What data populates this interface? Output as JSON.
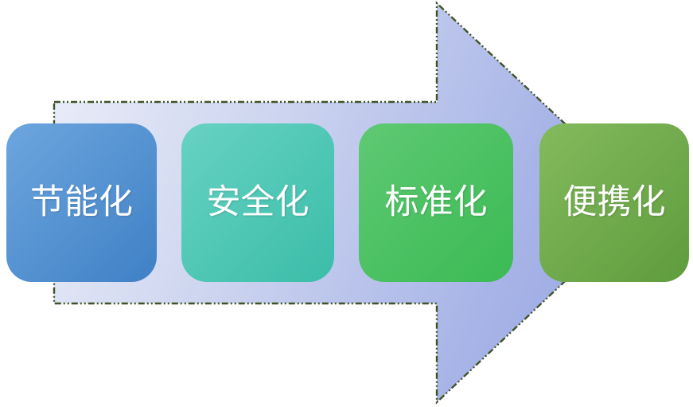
{
  "diagram": {
    "type": "process-arrow",
    "direction": "right",
    "steps": [
      {
        "id": 1,
        "label": "节能化"
      },
      {
        "id": 2,
        "label": "安全化"
      },
      {
        "id": 3,
        "label": "标准化"
      },
      {
        "id": 4,
        "label": "便携化"
      }
    ]
  },
  "colors": {
    "css_vars": {
      "box1-a": "#6da6df",
      "box1-b": "#3f80c5",
      "box2-a": "#67d2c3",
      "box2-b": "#3bbda9",
      "box3-a": "#5fc973",
      "box3-b": "#3aba54",
      "box4-a": "#83ba5d",
      "box4-b": "#5f9c3d",
      "arrow-a": "#e9ecf8",
      "arrow-b": "#ccd4ef",
      "arrow-c": "#a8b4e7",
      "arrow-d": "#97a7e2",
      "arrow-stroke": "#3f5426",
      "step-text": "#ffffff"
    }
  }
}
